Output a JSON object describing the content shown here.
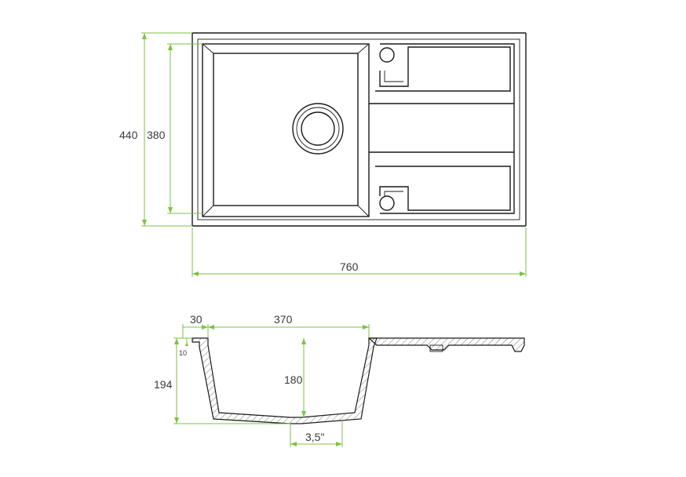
{
  "top_view": {
    "dimensions": {
      "overall_width": "760",
      "overall_depth": "440",
      "bowl_depth": "380"
    }
  },
  "section_view": {
    "dimensions": {
      "rim_offset": "30",
      "bowl_width": "370",
      "total_height": "194",
      "rim_height": "10",
      "bowl_height": "180",
      "drain_size": "3,5\""
    }
  },
  "colors": {
    "outline": "#1a1a1a",
    "dimension": "#7cc242",
    "label": "#3a3a3a"
  }
}
